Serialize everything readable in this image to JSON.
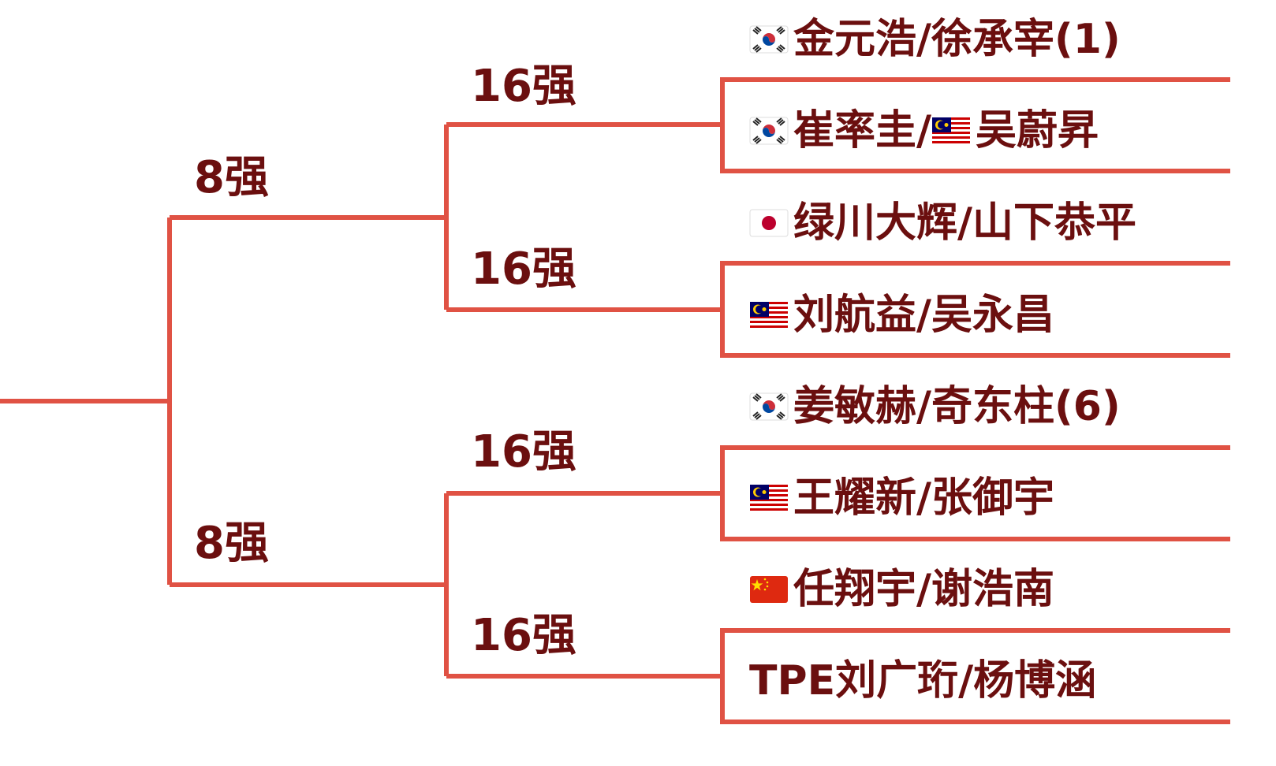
{
  "colors": {
    "line": "#e05244",
    "text": "#6b0f0f"
  },
  "rounds": {
    "qf_label": "8强",
    "r16_label": "16强"
  },
  "entries": [
    {
      "flags": [
        "KOR"
      ],
      "parts": [
        "金元浩/徐承宰(1)"
      ]
    },
    {
      "flags": [
        "KOR",
        "MAS"
      ],
      "parts": [
        "崔率圭/",
        "吴蔚昇"
      ]
    },
    {
      "flags": [
        "JPN"
      ],
      "parts": [
        "绿川大辉/山下恭平"
      ]
    },
    {
      "flags": [
        "MAS"
      ],
      "parts": [
        "刘航益/吴永昌"
      ]
    },
    {
      "flags": [
        "KOR"
      ],
      "parts": [
        "姜敏赫/奇东柱(6)"
      ]
    },
    {
      "flags": [
        "MAS"
      ],
      "parts": [
        "王耀新/张御宇"
      ]
    },
    {
      "flags": [
        "CHN"
      ],
      "parts": [
        "任翔宇/谢浩南"
      ]
    },
    {
      "flags": [],
      "parts": [
        "TPE刘广珩/杨博涵"
      ]
    }
  ]
}
